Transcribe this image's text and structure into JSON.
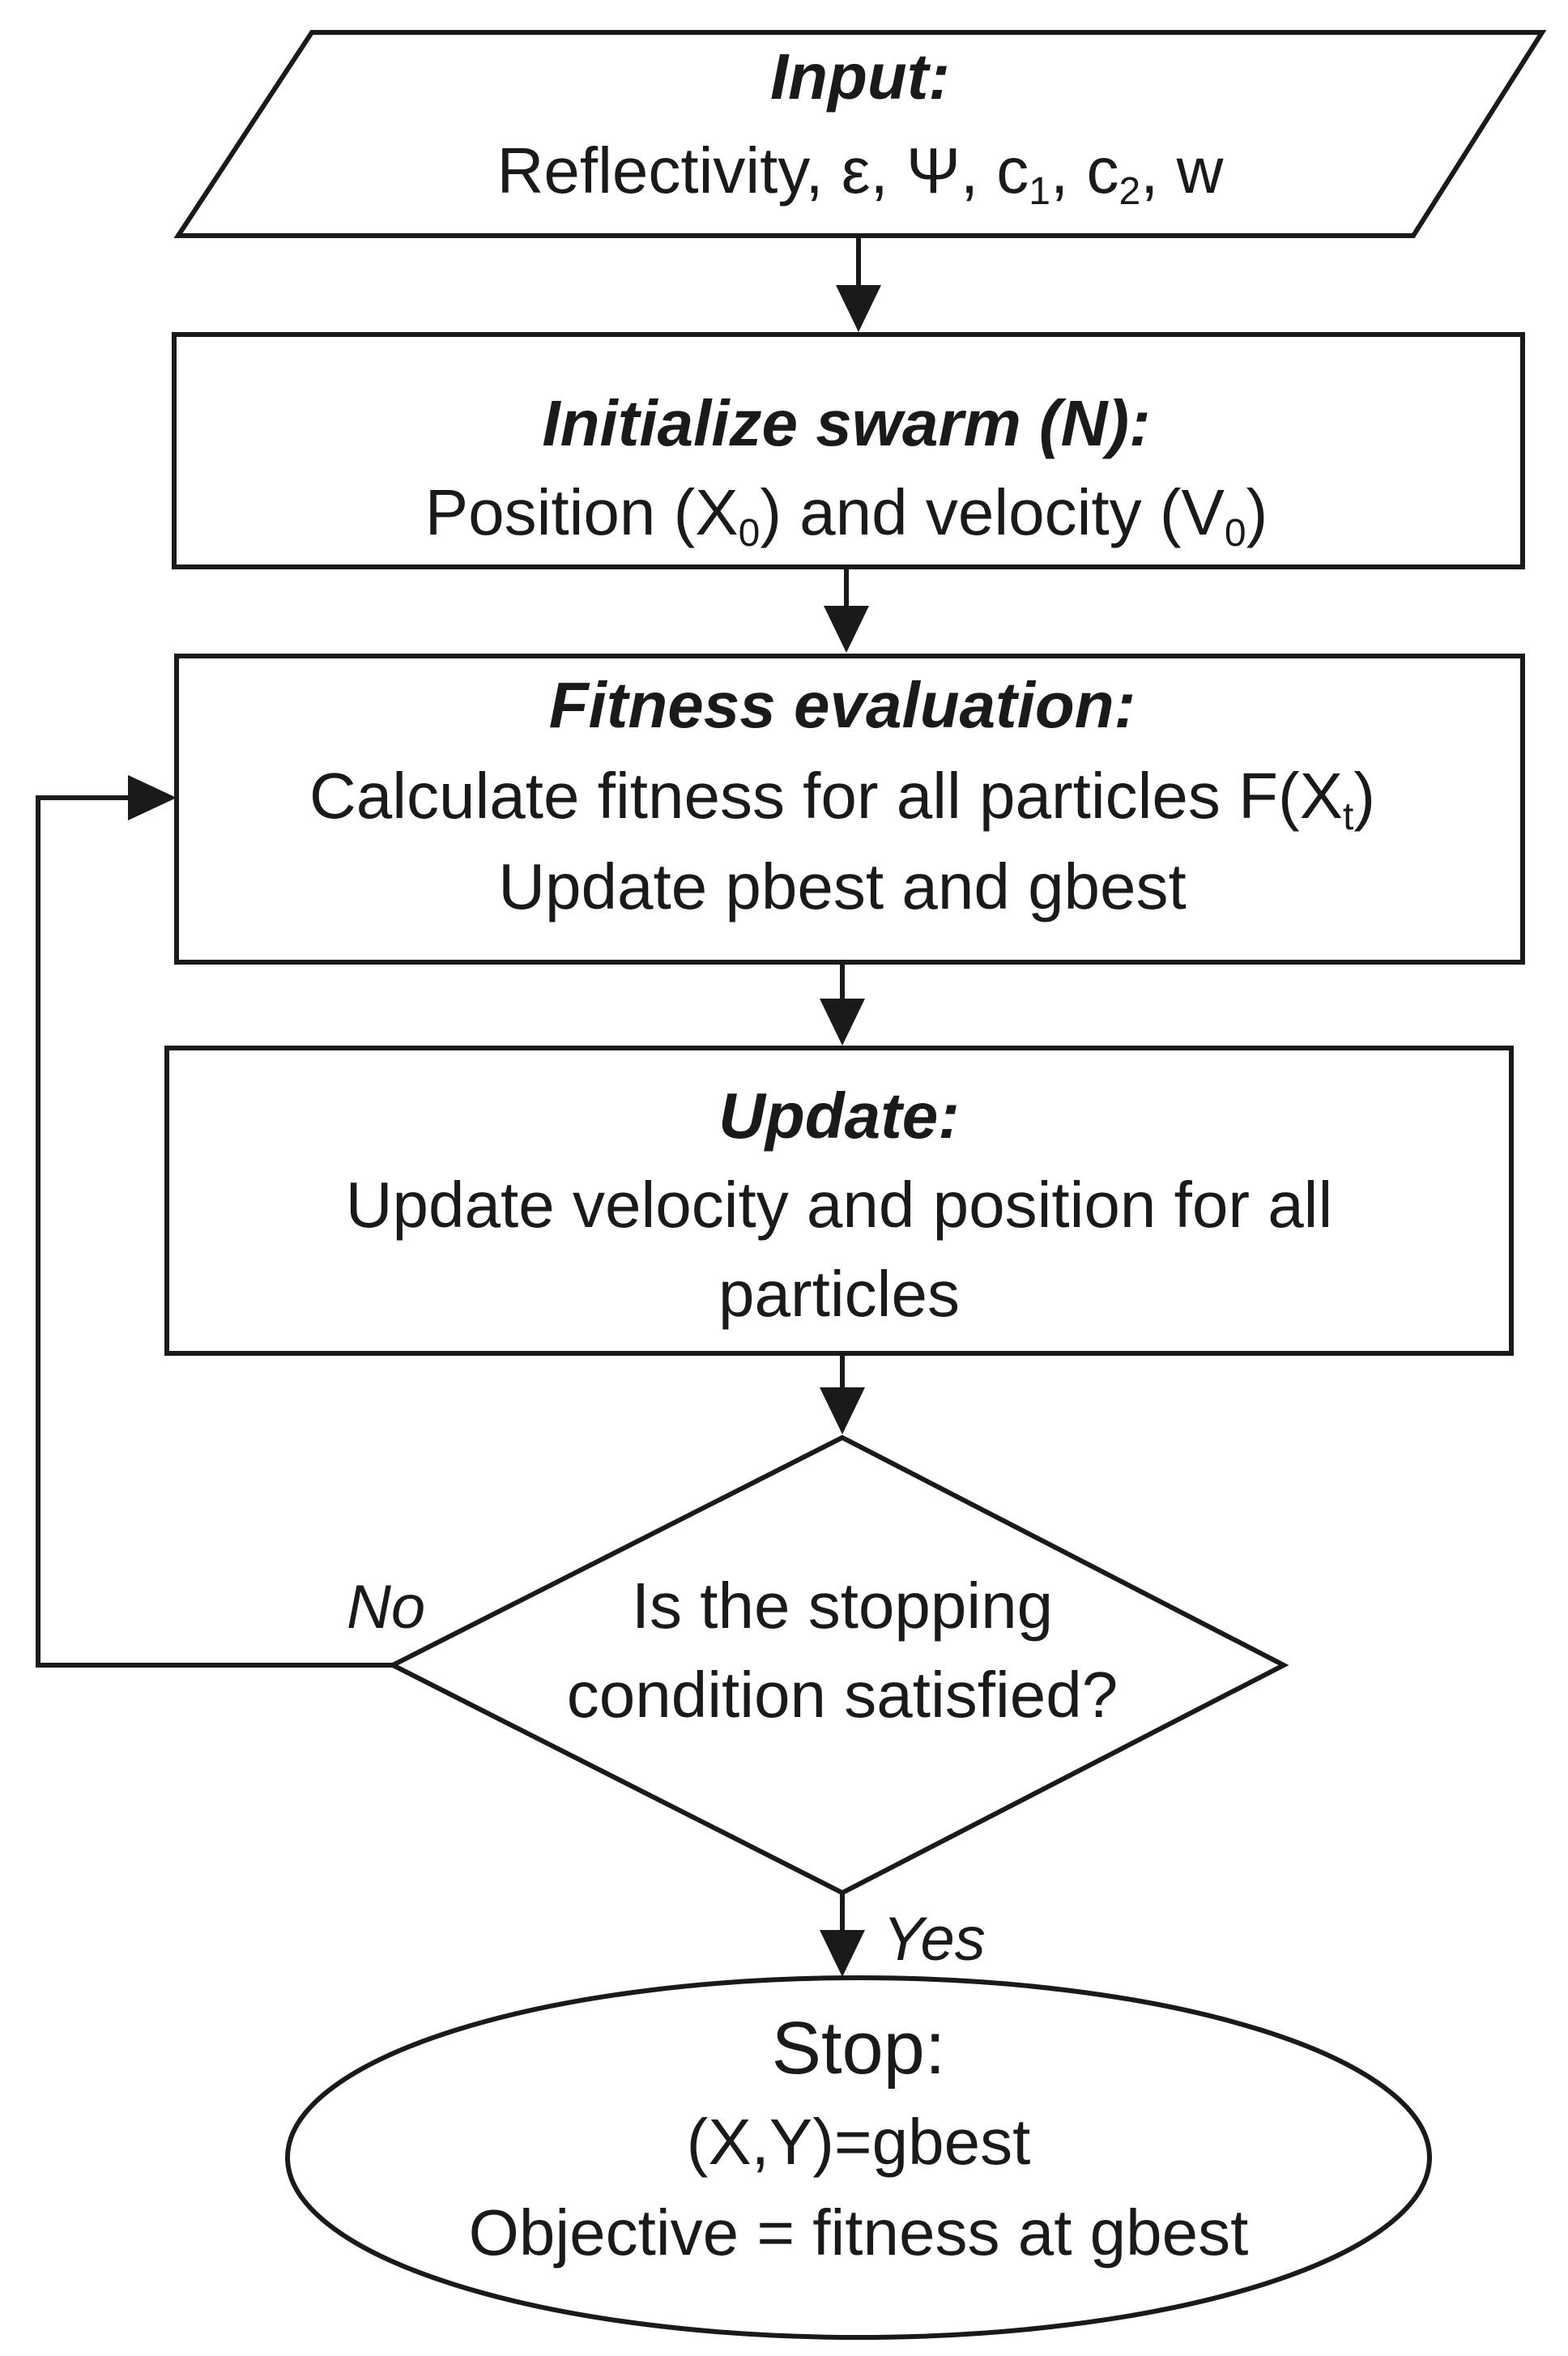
{
  "nodes": {
    "input": {
      "title": "Input:",
      "params": {
        "reflectivity": "Reflectivity, ε, Ψ, c",
        "c1_sub": "1",
        "c2_prefix": ", c",
        "c2_sub": "2",
        "w_suffix": ", w"
      }
    },
    "initialize": {
      "title": "Initialize swarm (N):",
      "line_a": "Position (X",
      "line_a_sub": "0",
      "line_b": ") and velocity (V",
      "line_b_sub": "0",
      "line_c": ")"
    },
    "fitness": {
      "title": "Fitness evaluation:",
      "line1_a": "Calculate fitness for all particles F(X",
      "line1_sub": "t",
      "line1_b": ")",
      "line2": "Update pbest and gbest"
    },
    "update": {
      "title": "Update:",
      "line1": "Update velocity and position for all",
      "line2": "particles"
    },
    "decision": {
      "line1": "Is the stopping",
      "line2": "condition satisfied?",
      "no_label": "No",
      "yes_label": "Yes"
    },
    "stop": {
      "title": "Stop:",
      "line1": "(X,Y)=gbest",
      "line2": "Objective = fitness at gbest"
    }
  }
}
